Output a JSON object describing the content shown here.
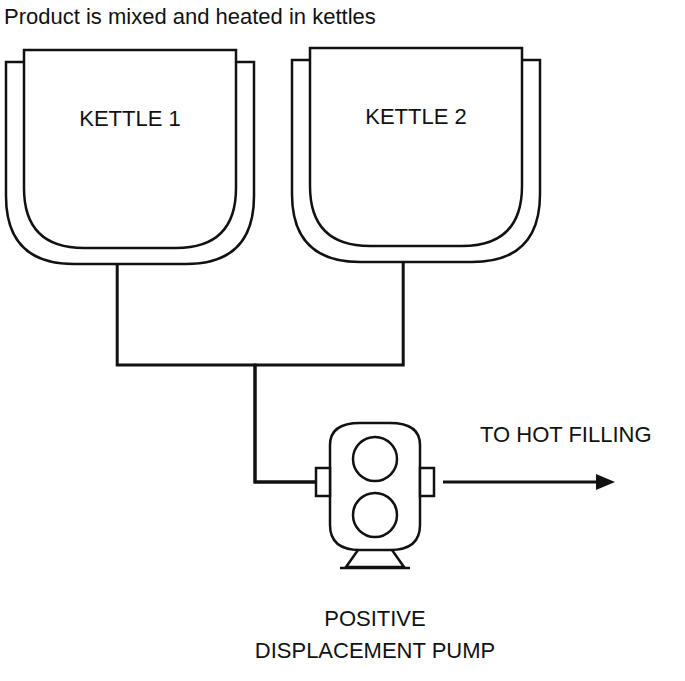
{
  "diagram": {
    "title": "Product is mixed and heated in kettles",
    "nodes": [
      {
        "text": [
          "KETTLE 1"
        ]
      },
      {
        "text": [
          "KETTLE 2"
        ]
      },
      {
        "text": [
          "POSITIVE DISPLACEMENT PUMP"
        ]
      }
    ],
    "edges": [
      {
        "from": 0,
        "to": 2,
        "arrow": "none"
      },
      {
        "from": 1,
        "to": 2,
        "arrow": "none"
      }
    ],
    "labels": [
      "TO HOT FILLING"
    ]
  }
}
